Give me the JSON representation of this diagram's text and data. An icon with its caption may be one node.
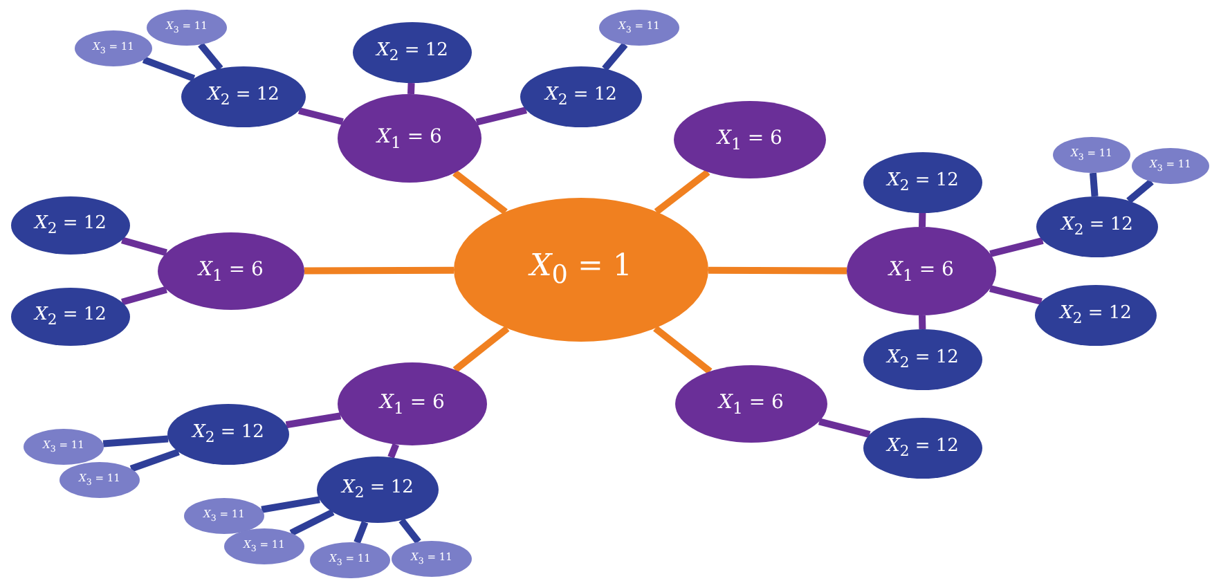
{
  "diagram": {
    "nodes": [
      {
        "text": [
          "*X*$_{0}$ = 1"
        ]
      },
      {
        "text": [
          "*X*$_{1}$ = 6"
        ]
      },
      {
        "text": [
          "*X*$_{2}$ = 12"
        ]
      },
      {
        "text": [
          "*X*$_{2}$ = 12"
        ]
      },
      {
        "text": [
          "*X*$_{3}$ = 11"
        ]
      },
      {
        "text": [
          "*X*$_{3}$ = 11"
        ]
      },
      {
        "text": [
          "*X*$_{2}$ = 12"
        ]
      },
      {
        "text": [
          "*X*$_{3}$ = 11"
        ]
      },
      {
        "text": [
          "*X*$_{1}$ = 6"
        ]
      },
      {
        "text": [
          "*X*$_{1}$ = 6"
        ]
      },
      {
        "text": [
          "*X*$_{2}$ = 12"
        ]
      },
      {
        "text": [
          "*X*$_{2}$ = 12"
        ]
      },
      {
        "text": [
          "*X*$_{1}$ = 6"
        ]
      },
      {
        "text": [
          "*X*$_{2}$ = 12"
        ]
      },
      {
        "text": [
          "*X*$_{2}$ = 12"
        ]
      },
      {
        "text": [
          "*X*$_{3}$ = 11"
        ]
      },
      {
        "text": [
          "*X*$_{3}$ = 11"
        ]
      },
      {
        "text": [
          "*X*$_{2}$ = 12"
        ]
      },
      {
        "text": [
          "*X*$_{2}$ = 12"
        ]
      },
      {
        "text": [
          "*X*$_{1}$ = 6"
        ]
      },
      {
        "text": [
          "*X*$_{2}$ = 12"
        ]
      },
      {
        "text": [
          "*X*$_{1}$ = 6"
        ]
      },
      {
        "text": [
          "*X*$_{2}$ = 12"
        ]
      },
      {
        "text": [
          "*X*$_{3}$ = 11"
        ]
      },
      {
        "text": [
          "*X*$_{3}$ = 11"
        ]
      },
      {
        "text": [
          "*X*$_{2}$ = 12"
        ]
      },
      {
        "text": [
          "*X*$_{3}$ = 11"
        ]
      },
      {
        "text": [
          "*X*$_{3}$ = 11"
        ]
      },
      {
        "text": [
          "*X*$_{3}$ = 11"
        ]
      },
      {
        "text": [
          "*X*$_{3}$ = 11"
        ]
      }
    ],
    "edges": [
      {
        "from": 0,
        "to": 1,
        "arrow": "none",
        "color": "#f08020"
      },
      {
        "from": 1,
        "to": 2,
        "arrow": "none"
      },
      {
        "from": 1,
        "to": 3,
        "arrow": "none"
      },
      {
        "from": 3,
        "to": 4,
        "arrow": "none",
        "color": "#2e3e98"
      },
      {
        "from": 3,
        "to": 5,
        "arrow": "none",
        "color": "#2e3e98"
      },
      {
        "from": 1,
        "to": 6,
        "arrow": "none"
      },
      {
        "from": 6,
        "to": 7,
        "arrow": "none",
        "color": "#2e3e98"
      },
      {
        "from": 0,
        "to": 8,
        "arrow": "none",
        "color": "#f08020"
      },
      {
        "from": 0,
        "to": 9,
        "arrow": "none",
        "color": "#f08020"
      },
      {
        "from": 9,
        "to": 10,
        "arrow": "none"
      },
      {
        "from": 9,
        "to": 11,
        "arrow": "none"
      },
      {
        "from": 0,
        "to": 12,
        "arrow": "none",
        "color": "#f08020"
      },
      {
        "from": 12,
        "to": 13,
        "arrow": "none"
      },
      {
        "from": 12,
        "to": 14,
        "arrow": "none"
      },
      {
        "from": 14,
        "to": 15,
        "arrow": "none",
        "color": "#2e3e98"
      },
      {
        "from": 14,
        "to": 16,
        "arrow": "none",
        "color": "#2e3e98"
      },
      {
        "from": 12,
        "to": 17,
        "arrow": "none"
      },
      {
        "from": 12,
        "to": 18,
        "arrow": "none"
      },
      {
        "from": 0,
        "to": 19,
        "arrow": "none",
        "color": "#f08020"
      },
      {
        "from": 19,
        "to": 20,
        "arrow": "none"
      },
      {
        "from": 0,
        "to": 21,
        "arrow": "none",
        "color": "#f08020"
      },
      {
        "from": 21,
        "to": 22,
        "arrow": "none"
      },
      {
        "from": 22,
        "to": 23,
        "arrow": "none",
        "color": "#2e3e98"
      },
      {
        "from": 22,
        "to": 24,
        "arrow": "none",
        "color": "#2e3e98"
      },
      {
        "from": 21,
        "to": 25,
        "arrow": "none"
      },
      {
        "from": 25,
        "to": 26,
        "arrow": "none",
        "color": "#2e3e98"
      },
      {
        "from": 25,
        "to": 27,
        "arrow": "none",
        "color": "#2e3e98"
      },
      {
        "from": 25,
        "to": 28,
        "arrow": "none",
        "color": "#2e3e98"
      },
      {
        "from": 25,
        "to": 29,
        "arrow": "none",
        "color": "#2e3e98"
      }
    ]
  }
}
